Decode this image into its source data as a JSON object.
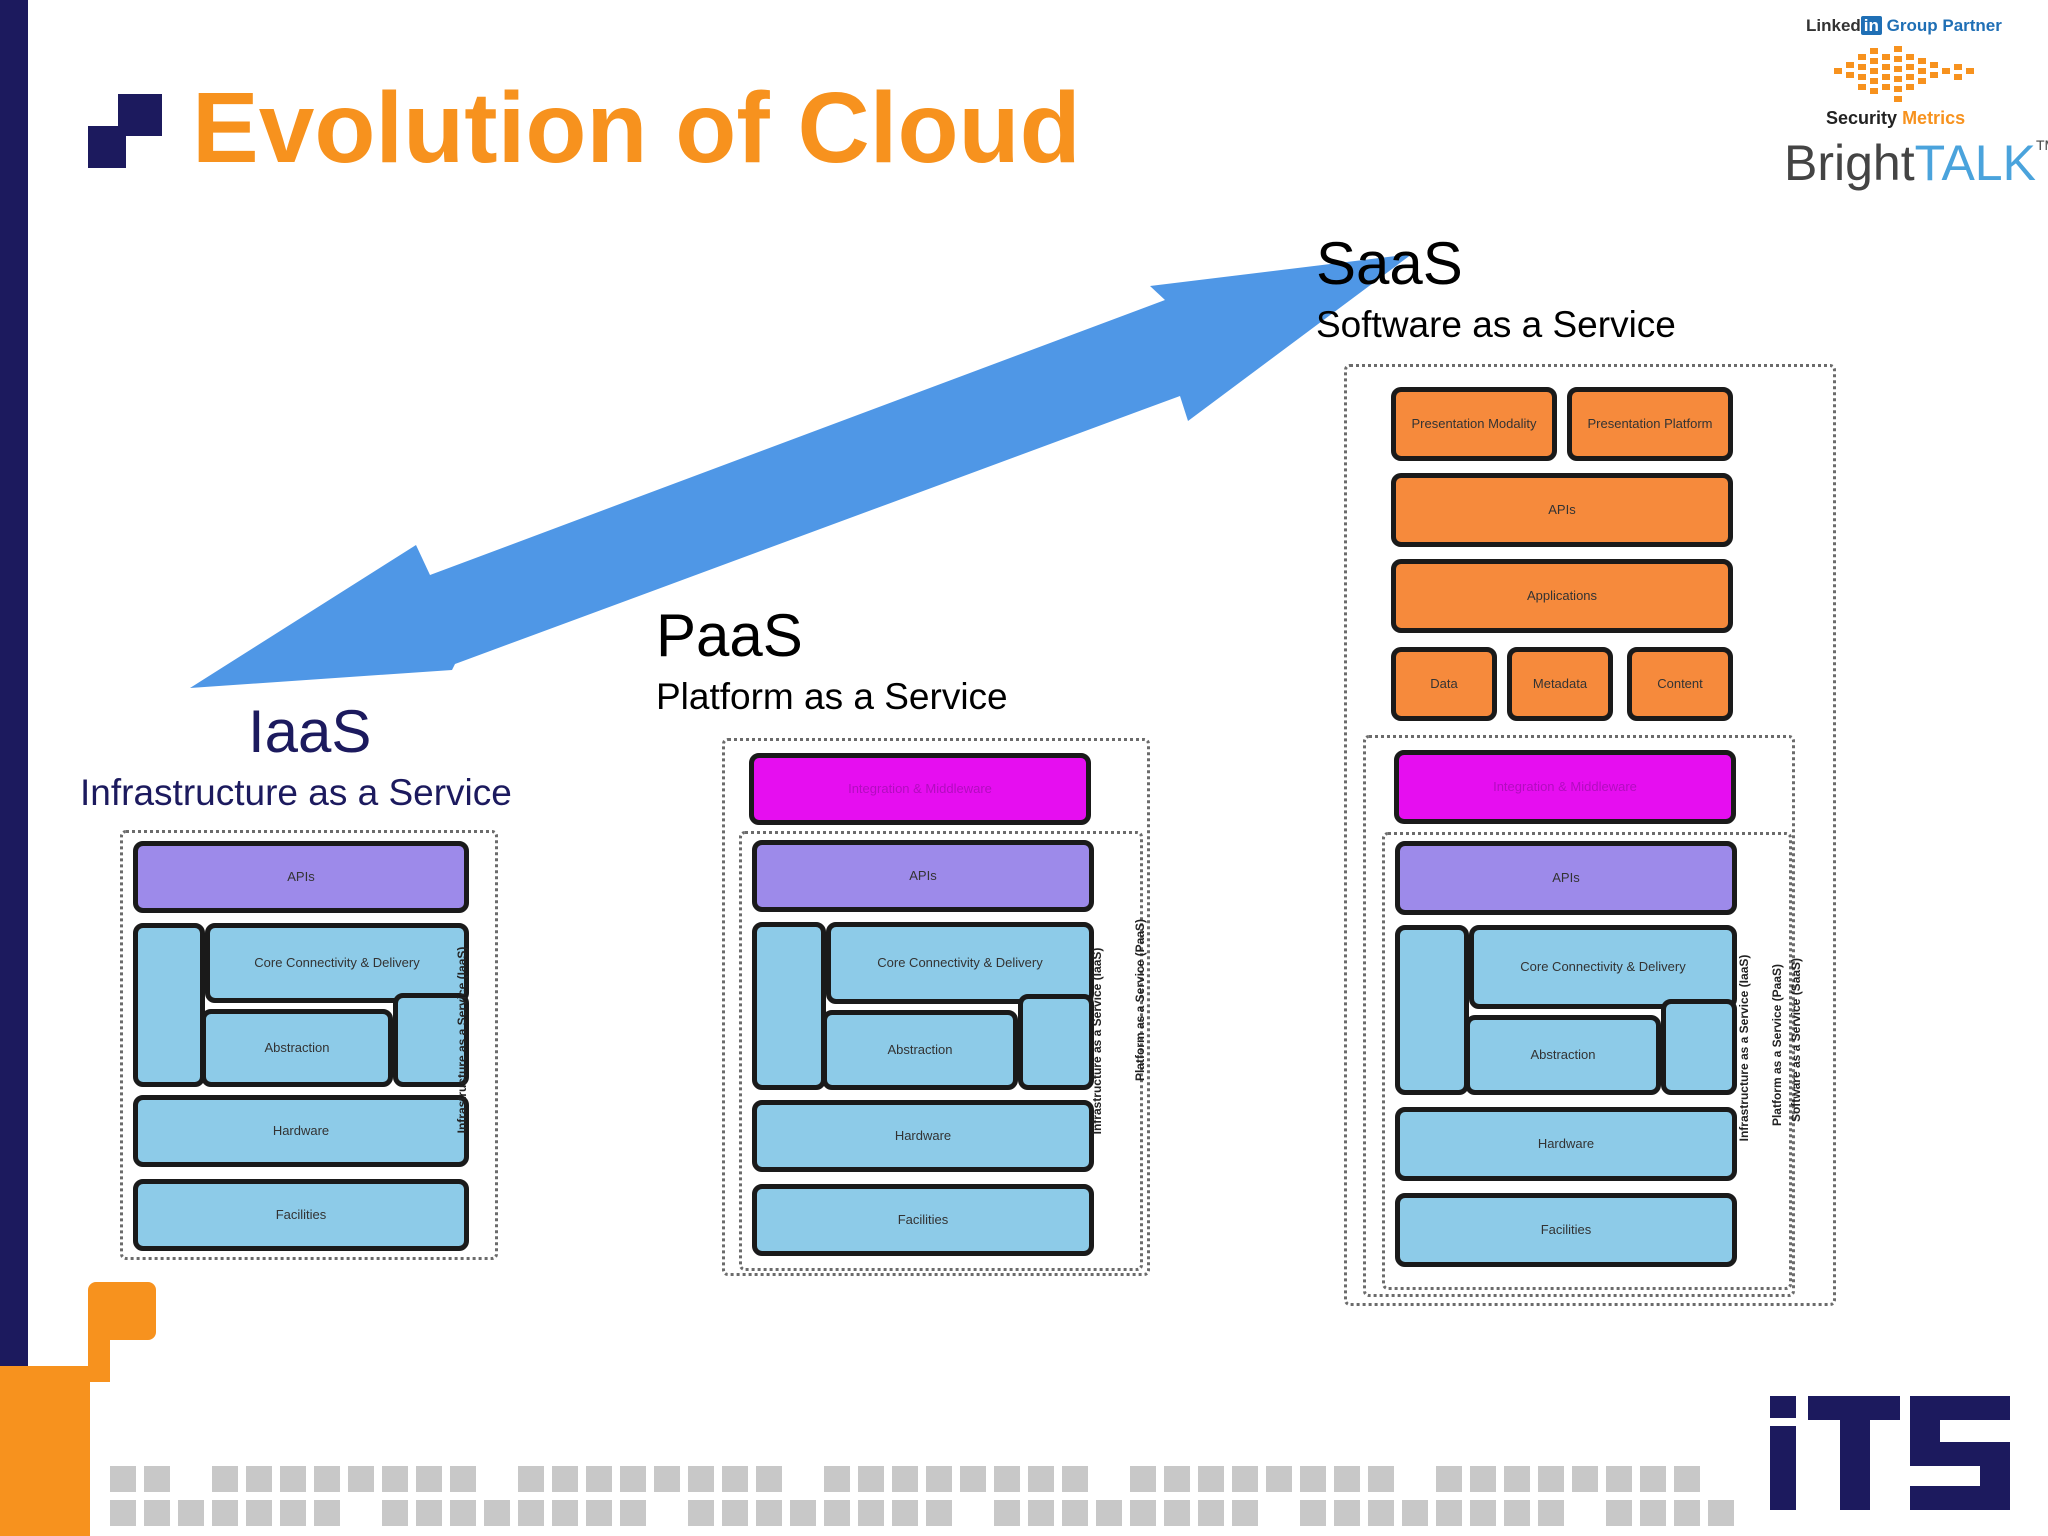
{
  "title": "Evolution of Cloud",
  "logos": {
    "linkedin": {
      "brand": "Linked",
      "in": "in",
      "group_partner": "Group Partner"
    },
    "security_metrics": {
      "security": "Security",
      "metrics": "Metrics"
    },
    "brighttalk": {
      "bright": "Bright",
      "talk": "TALK",
      "tm": "TM"
    },
    "its": "ITS"
  },
  "iaas": {
    "title": "IaaS",
    "subtitle": "Infrastructure as a Service",
    "layers": {
      "apis": "APIs",
      "core": "Core Connectivity & Delivery",
      "abstraction": "Abstraction",
      "hardware": "Hardware",
      "facilities": "Facilities"
    },
    "vlabel_iaas": "Infrastructure as a Service (IaaS)"
  },
  "paas": {
    "title": "PaaS",
    "subtitle": "Platform as a Service",
    "layers": {
      "integration": "Integration & Middleware",
      "apis": "APIs",
      "core": "Core Connectivity & Delivery",
      "abstraction": "Abstraction",
      "hardware": "Hardware",
      "facilities": "Facilities"
    },
    "vlabel_iaas": "Infrastructure as a Service (IaaS)",
    "vlabel_paas": "Platform as a Service (PaaS)"
  },
  "saas": {
    "title": "SaaS",
    "subtitle": "Software as a Service",
    "layers": {
      "presentation_modality": "Presentation Modality",
      "presentation_platform": "Presentation Platform",
      "apis_top": "APIs",
      "applications": "Applications",
      "data": "Data",
      "metadata": "Metadata",
      "content": "Content",
      "integration": "Integration & Middleware",
      "apis": "APIs",
      "core": "Core Connectivity & Delivery",
      "abstraction": "Abstraction",
      "hardware": "Hardware",
      "facilities": "Facilities"
    },
    "vlabel_iaas": "Infrastructure as a Service (IaaS)",
    "vlabel_paas": "Platform as a Service (PaaS)",
    "vlabel_saas": "Software as a Service (SaaS)"
  },
  "colors": {
    "title_orange": "#f7921e",
    "navy": "#1c1a5e",
    "arrow_blue": "#4f97e6",
    "layer_orange": "#f68a3c",
    "layer_magenta": "#e60ef0",
    "layer_purple": "#9d8aea",
    "layer_blue": "#8dcbe8",
    "mosaic_gray": "#c8c8c8"
  }
}
